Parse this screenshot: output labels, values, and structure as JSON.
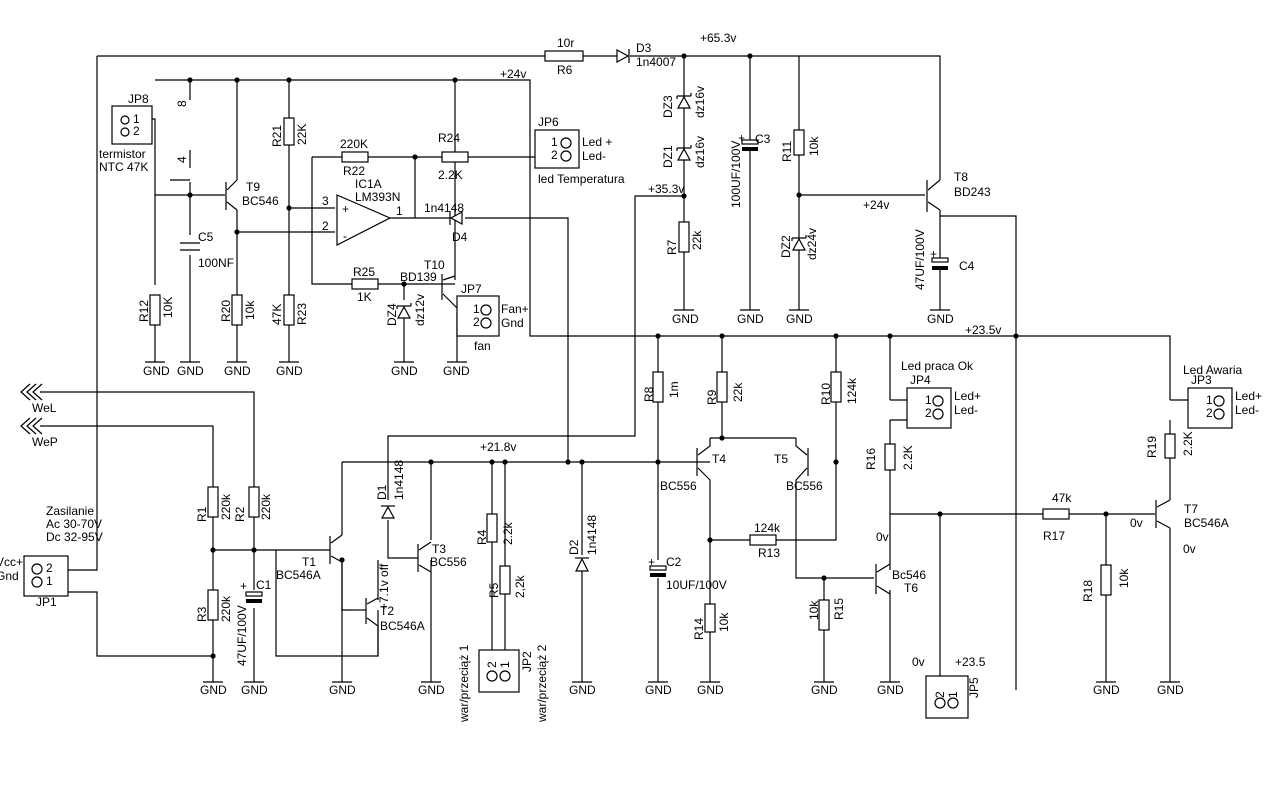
{
  "rails": {
    "v65": "+65.3v",
    "v24": "+24v",
    "v24_t8": "+24v",
    "v35": "+35.3v",
    "v23": "+23.5v",
    "v21": "+21.8v",
    "jp5_v": "+23.5",
    "jp5_0v": "0v",
    "t7_0v_left": "0v",
    "t7_0v_right": "0v",
    "t6_0v": "0v",
    "t2_off": "+7.1v off"
  },
  "ground_label": "GND",
  "parts": {
    "R6": {
      "ref": "R6",
      "value": "10r"
    },
    "D3": {
      "ref": "D3",
      "value": "1n4007"
    },
    "DZ3": {
      "ref": "DZ3",
      "value": "dz16v"
    },
    "DZ1": {
      "ref": "DZ1",
      "value": "dz16v"
    },
    "R7": {
      "ref": "R7",
      "value": "22k"
    },
    "C3": {
      "ref": "C3",
      "value": "100UF/100V"
    },
    "R11": {
      "ref": "R11",
      "value": "10k"
    },
    "DZ2": {
      "ref": "DZ2",
      "value": "dz24v"
    },
    "T8": {
      "ref": "T8",
      "value": "BD243"
    },
    "C4": {
      "ref": "C4",
      "value": "47UF/100V"
    },
    "JP8": {
      "ref": "JP8",
      "pin1": "1",
      "pin2": "2",
      "label1": "termistor",
      "label2": "NTC 47K"
    },
    "JP6": {
      "ref": "JP6",
      "pin1": "1",
      "pin2": "2",
      "sig1": "Led +",
      "sig2": "Led-",
      "label": "led Temperatura"
    },
    "JP7": {
      "ref": "JP7",
      "pin1": "1",
      "pin2": "2",
      "sig1": "Fan+",
      "sig2": "Gnd",
      "label": "fan"
    },
    "JP4": {
      "ref": "JP4",
      "pin1": "1",
      "pin2": "2",
      "sig1": "Led+",
      "sig2": "Led-",
      "label": "Led praca Ok"
    },
    "JP3": {
      "ref": "JP3",
      "pin1": "1",
      "pin2": "2",
      "sig1": "Led+",
      "sig2": "Led-",
      "label": "Led Awaria"
    },
    "JP1": {
      "ref": "JP1",
      "pin1": "1",
      "pin2": "2",
      "sig1": "Vcc+",
      "sig2": "Gnd",
      "label1": "Zasilanie",
      "label2": "Ac 30-70V",
      "label3": "Dc 32-95V"
    },
    "JP2": {
      "ref": "JP2",
      "pin1": "1",
      "pin2": "2",
      "label1": "war/przeciąż 1",
      "label2": "war/przeciąż 2"
    },
    "JP5": {
      "ref": "JP5",
      "pin1": "1",
      "pin2": "2"
    },
    "R21": {
      "ref": "R21",
      "value": "22K"
    },
    "R22": {
      "ref": "R22",
      "value": "220K"
    },
    "R24": {
      "ref": "R24",
      "value": "2.2K"
    },
    "IC1A": {
      "ref": "IC1A",
      "value": "LM393N",
      "pin_plus": "+",
      "pin_minus": "-",
      "p1": "1",
      "p2": "2",
      "p3": "3"
    },
    "D4": {
      "ref": "D4",
      "value": "1n4148"
    },
    "T9": {
      "ref": "T9",
      "value": "BC546"
    },
    "C5": {
      "ref": "C5",
      "value": "100NF"
    },
    "R12": {
      "ref": "R12",
      "value": "10K"
    },
    "R20": {
      "ref": "R20",
      "value": "10k"
    },
    "R23": {
      "ref": "R23",
      "value": "47K"
    },
    "R25": {
      "ref": "R25",
      "value": "1K"
    },
    "DZ4": {
      "ref": "DZ4",
      "value": "dz12v"
    },
    "T10": {
      "ref": "T10",
      "value": "BD139"
    },
    "R8": {
      "ref": "R8",
      "value": "1m"
    },
    "R9": {
      "ref": "R9",
      "value": "22k"
    },
    "R10": {
      "ref": "R10",
      "value": "124k"
    },
    "T4": {
      "ref": "T4",
      "value": "BC556"
    },
    "T5": {
      "ref": "T5",
      "value": "BC556"
    },
    "R13": {
      "ref": "R13",
      "value": "124k"
    },
    "C2": {
      "ref": "C2",
      "value": "10UF/100V"
    },
    "R14": {
      "ref": "R14",
      "value": "10k"
    },
    "R15": {
      "ref": "R15",
      "value": "10k"
    },
    "T6": {
      "ref": "T6",
      "value": "Bc546"
    },
    "R16": {
      "ref": "R16",
      "value": "2.2K"
    },
    "R17": {
      "ref": "R17",
      "value": "47k"
    },
    "R18": {
      "ref": "R18",
      "value": "10k"
    },
    "R19": {
      "ref": "R19",
      "value": "2.2K"
    },
    "T7": {
      "ref": "T7",
      "value": "BC546A"
    },
    "R1": {
      "ref": "R1",
      "value": "220k"
    },
    "R2": {
      "ref": "R2",
      "value": "220k"
    },
    "R3": {
      "ref": "R3",
      "value": "220k"
    },
    "C1": {
      "ref": "C1",
      "value": "47UF/100V"
    },
    "T1": {
      "ref": "T1",
      "value": "BC546A"
    },
    "T2": {
      "ref": "T2",
      "value": "BC546A"
    },
    "T3": {
      "ref": "T3",
      "value": "BC556"
    },
    "D1": {
      "ref": "D1",
      "value": "1n4148"
    },
    "R4": {
      "ref": "R4",
      "value": "2.2k"
    },
    "R5": {
      "ref": "R5",
      "value": "2,2k"
    },
    "D2": {
      "ref": "D2",
      "value": "1n4148"
    }
  },
  "ports": {
    "wel": "WeL",
    "wep": "WeP"
  },
  "pin8": "8",
  "pin4": "4",
  "pin_plus_c": "+"
}
